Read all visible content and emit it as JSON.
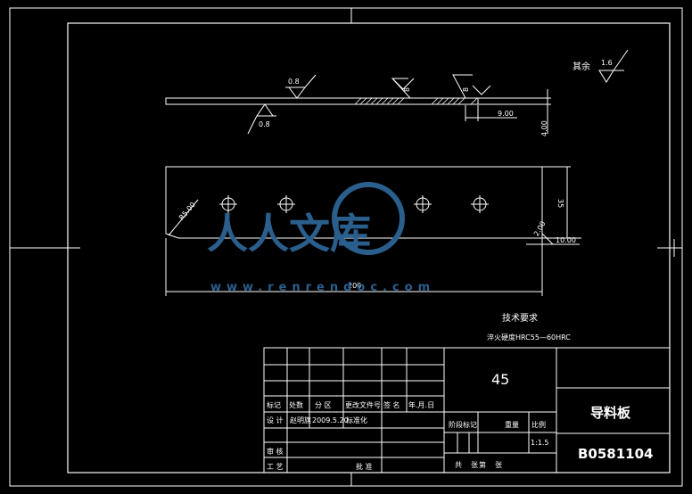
{
  "drawing": {
    "roughness_rest_label": "其余",
    "roughness_rest_value": "1.6",
    "roughness_top": "0.8",
    "roughness_bottom": "0.8",
    "hole_callout_1": "8",
    "hole_callout_2": "8",
    "dim_9": "9.00",
    "dim_4": "4.00",
    "dim_35": "35",
    "dim_200": "200",
    "dim_r5": "R5.00",
    "dim_10": "10.00",
    "dim_small": "2.00",
    "tech_title": "技术要求",
    "tech_note": "淬火硬度HRC55—60HRC"
  },
  "watermark": {
    "brand": "人人文库",
    "url": "www.renrendoc.com"
  },
  "title_block": {
    "material": "45",
    "part_name": "导料板",
    "drawing_no": "B0581104",
    "scale": "1:1.5",
    "stage_mark": "阶段标记",
    "weight": "重量",
    "scale_label": "比例",
    "total_sheets": "共　张第　张",
    "row_labels": {
      "mark": "标记",
      "count": "处数",
      "zone": "分 区",
      "change_doc": "更改文件号",
      "sign": "签 名",
      "date": "年.月.日",
      "design": "设 计",
      "designer": "赵明旗",
      "design_date": "2009.5.20",
      "standard": "标准化",
      "review": "审 核",
      "process": "工 艺",
      "approve": "批 准"
    }
  }
}
